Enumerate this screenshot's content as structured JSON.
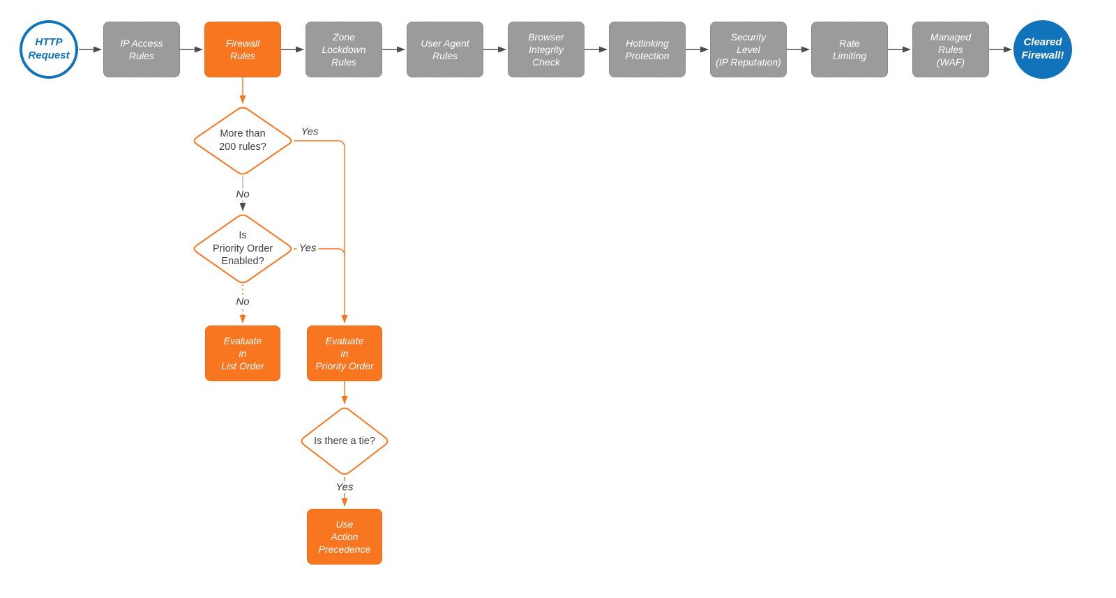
{
  "theme": {
    "orange": "#F7761F",
    "gray": "#9B9B9B",
    "blue": "#1173B9",
    "edge": "#4D4D4D",
    "grayline": "#B0B0B0",
    "ink": "#3F3F3F",
    "boxtext": "#FFFFFF",
    "canvas": "#FFFFFF"
  },
  "flow": {
    "start": {
      "label": "HTTP\nRequest"
    },
    "pipeline": [
      {
        "label": "IP Access\nRules",
        "variant": "gray"
      },
      {
        "label": "Firewall\nRules",
        "variant": "orange-highlight"
      },
      {
        "label": "Zone\nLockdown\nRules",
        "variant": "gray"
      },
      {
        "label": "User Agent\nRules",
        "variant": "gray"
      },
      {
        "label": "Browser\nIntegrity\nCheck",
        "variant": "gray"
      },
      {
        "label": "Hotlinking\nProtection",
        "variant": "gray"
      },
      {
        "label": "Security\nLevel\n(IP Reputation)",
        "variant": "gray"
      },
      {
        "label": "Rate\nLimiting",
        "variant": "gray"
      },
      {
        "label": "Managed\nRules\n(WAF)",
        "variant": "gray"
      }
    ],
    "end": {
      "label": "Cleared\nFirewall!"
    },
    "decisions": [
      {
        "label": "More than\n200 rules?"
      },
      {
        "label": "Is\nPriority Order\nEnabled?"
      },
      {
        "label": "Is there a tie?"
      }
    ],
    "processes": [
      {
        "label": "Evaluate\nin\nList Order"
      },
      {
        "label": "Evaluate\nin\nPriority Order"
      },
      {
        "label": "Use\nAction\nPrecedence"
      }
    ],
    "edge_labels": {
      "d1_yes": "Yes",
      "d1_no": "No",
      "d2_yes": "Yes",
      "d2_no": "No",
      "d3_yes": "Yes"
    }
  }
}
